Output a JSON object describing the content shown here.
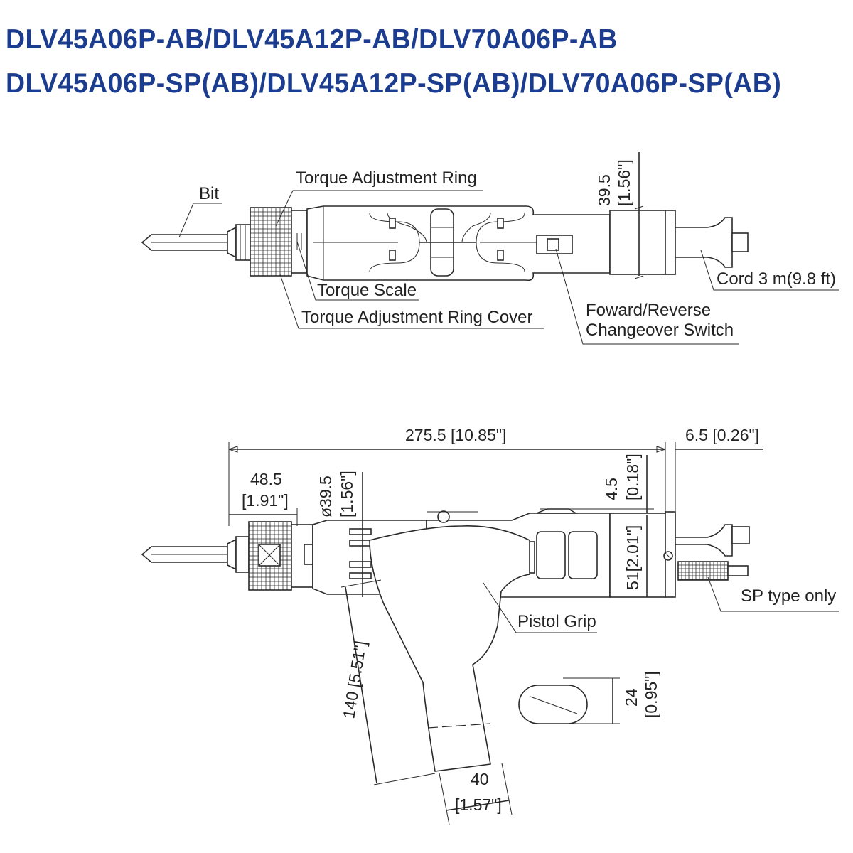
{
  "titles": {
    "line1": "DLV45A06P-AB/DLV45A12P-AB/DLV70A06P-AB",
    "line2": "DLV45A06P-SP(AB)/DLV45A12P-SP(AB)/DLV70A06P-SP(AB)",
    "color": "#1b3c8f"
  },
  "top_view": {
    "labels": {
      "bit": "Bit",
      "torque_ring": "Torque Adjustment Ring",
      "torque_scale": "Torque Scale",
      "ring_cover": "Torque Adjustment Ring Cover",
      "switch_line1": "Foward/Reverse",
      "switch_line2": "Changeover Switch",
      "cord": "Cord 3 m(9.8 ft)"
    },
    "dims": {
      "height_mm": "39.5",
      "height_in": "[1.56\"]"
    }
  },
  "side_view": {
    "labels": {
      "pistol_grip": "Pistol Grip",
      "sp_type": "SP type only"
    },
    "dims": {
      "overall": "275.5 [10.85\"]",
      "tail": "6.5 [0.26\"]",
      "nose_mm": "48.5",
      "nose_in": "[1.91\"]",
      "dia": "ø39.5",
      "dia_in": "[1.56\"]",
      "offset_mm": "4.5",
      "offset_in": "[0.18\"]",
      "body_h": "51[2.01\"]",
      "grip_len": "140 [5.51\"]",
      "grip_w_mm": "40",
      "grip_w_in": "[1.57\"]",
      "grip_t_mm": "24",
      "grip_t_in": "[0.95\"]"
    }
  }
}
